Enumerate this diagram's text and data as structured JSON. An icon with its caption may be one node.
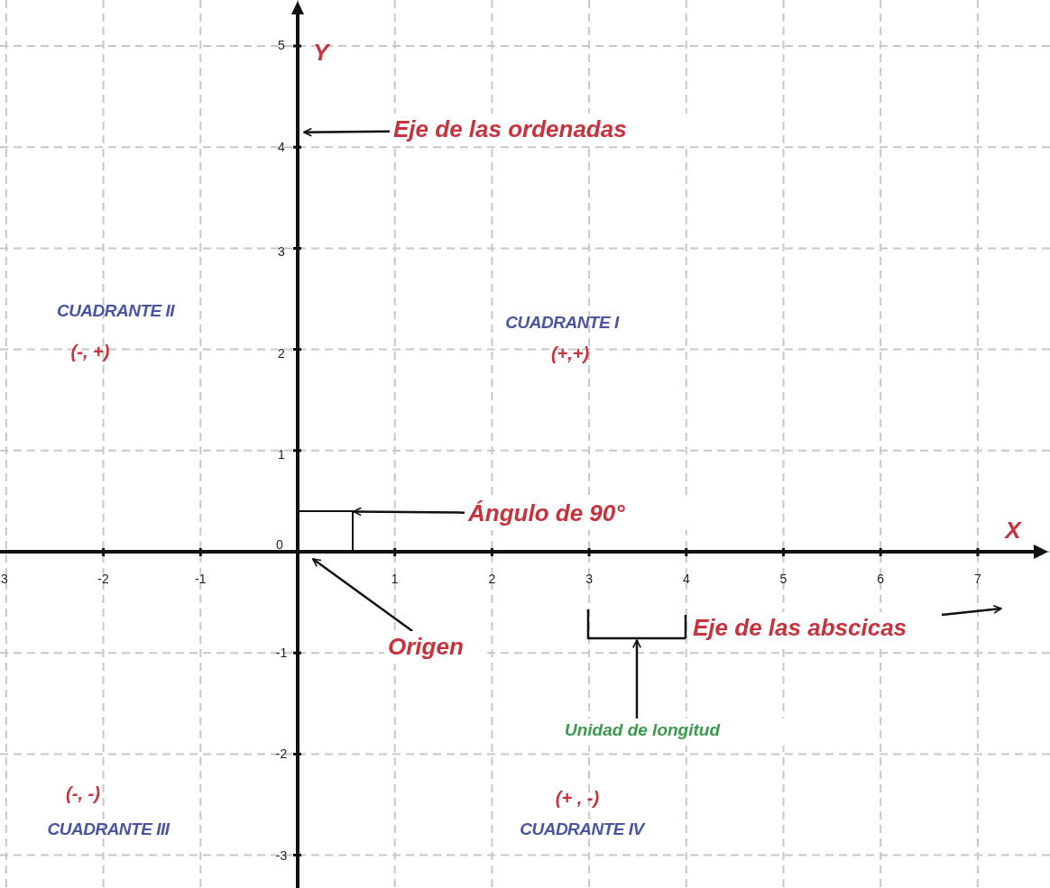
{
  "diagram": {
    "nodes": [
      {
        "text": [
          "Eje de las ordenadas"
        ]
      },
      {
        "text": [],
        "shape": "box"
      },
      {
        "text": [
          "Ángulo de 90°"
        ]
      },
      {
        "text": [
          "Origen"
        ]
      },
      {
        "text": [],
        "shape": "bar"
      },
      {
        "text": [
          "Eje de las abscicas"
        ]
      },
      {
        "text": [
          "Unidad de longitud"
        ]
      },
      {
        "text": [],
        "shape": "line"
      },
      {
        "text": [],
        "shape": "line"
      }
    ],
    "edges": [
      {
        "from": 0,
        "to": 7,
        "arrow": "to"
      },
      {
        "from": 2,
        "to": 1,
        "arrow": "to"
      },
      {
        "from": 3,
        "to": 8,
        "arrow": "to"
      },
      {
        "from": 5,
        "to": null,
        "arrow": "to"
      },
      {
        "from": 6,
        "to": 4,
        "arrow": "to"
      }
    ],
    "labels": [
      "5",
      "Y",
      "4",
      "3",
      "CUADRANTE II",
      "CUADRANTE I",
      "(-, +)",
      "2",
      "(+,+)",
      "1",
      "0",
      "X",
      "3",
      "-2",
      "-1",
      "1",
      "2",
      "3",
      "4",
      "5",
      "6",
      "7",
      "-1",
      "-2",
      "(-, -)",
      "(+ , -)",
      "CUADRANTE III",
      "CUADRANTE IV",
      "-3"
    ]
  }
}
